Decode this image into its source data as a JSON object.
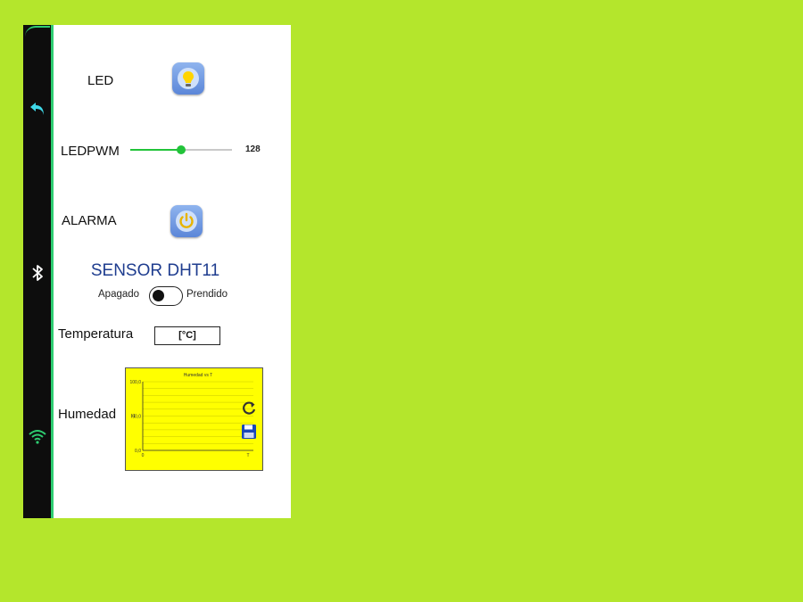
{
  "app": {
    "led_label": "LED",
    "ledpwm_label": "LEDPWM",
    "ledpwm_value": "128",
    "ledpwm_level": 0.5,
    "alarma_label": "ALARMA",
    "sensor_title": "SENSOR DHT11",
    "switch_off_label": "Apagado",
    "switch_on_label": "Prendido",
    "switch_state": "off",
    "temperature_label": "Temperatura",
    "temperature_value": "[°C]",
    "humidity_label": "Humedad"
  },
  "sidebar": {
    "icons": [
      "back-arrow-icon",
      "bluetooth-icon",
      "wifi-icon"
    ]
  },
  "colors": {
    "background": "#b4e62c",
    "sidebar": "#0d0d0d",
    "accent_green": "#22c33a",
    "icon_cyan": "#3fd8e8",
    "button_blue": "#6f97e2",
    "title_blue": "#1f3d8f",
    "chart_bg": "#ffff00"
  },
  "chart_data": {
    "type": "line",
    "title": "Humedad vs T",
    "xlabel": "T",
    "ylabel": "H",
    "ylim": [
      0,
      100
    ],
    "yticks": [
      "100,0",
      "50,0",
      "0,0"
    ],
    "xticks": [
      "0"
    ],
    "series": [],
    "grid": true
  }
}
